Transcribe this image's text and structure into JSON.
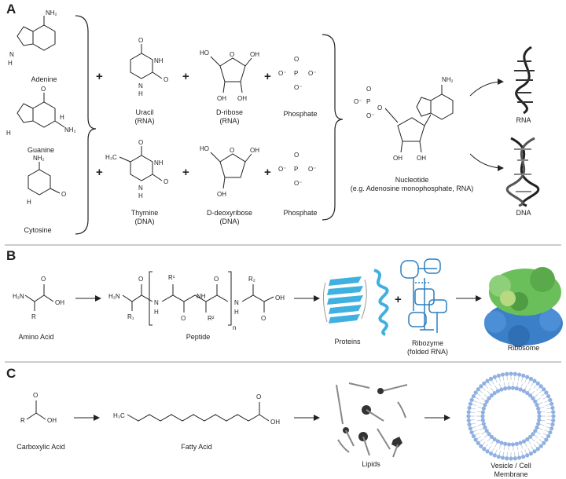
{
  "panels": {
    "a": "A",
    "b": "B",
    "c": "C"
  },
  "nucleobases": {
    "adenine": "Adenine",
    "guanine": "Guanine",
    "cytosine": "Cytosine",
    "uracil": "Uracil\n(RNA)",
    "thymine": "Thymine\n(DNA)"
  },
  "sugars": {
    "ribose": "D-ribose\n(RNA)",
    "deoxyribose": "D-deoxyribose\n(DNA)"
  },
  "phosphate": "Phosphate",
  "nucleotide": "Nucleotide\n(e.g. Adenosine monophosphate, RNA)",
  "rna": "RNA",
  "dna": "DNA",
  "amino_acid": "Amino Acid",
  "peptide": "Peptide",
  "proteins": "Proteins",
  "ribozyme": "Ribozyme\n(folded RNA)",
  "ribosome": "Ribosome",
  "carboxylic_acid": "Carboxylic Acid",
  "fatty_acid": "Fatty Acid",
  "lipids": "Lipids",
  "vesicle": "Vesicle / Cell Membrane",
  "plus_sign": "+",
  "colors": {
    "protein": "#3fb0e0",
    "ribozyme": "#2c7fc0",
    "ribosome_top": "#6bbf5a",
    "ribosome_bottom": "#3a7fc8",
    "membrane": "#8fb0e0"
  }
}
